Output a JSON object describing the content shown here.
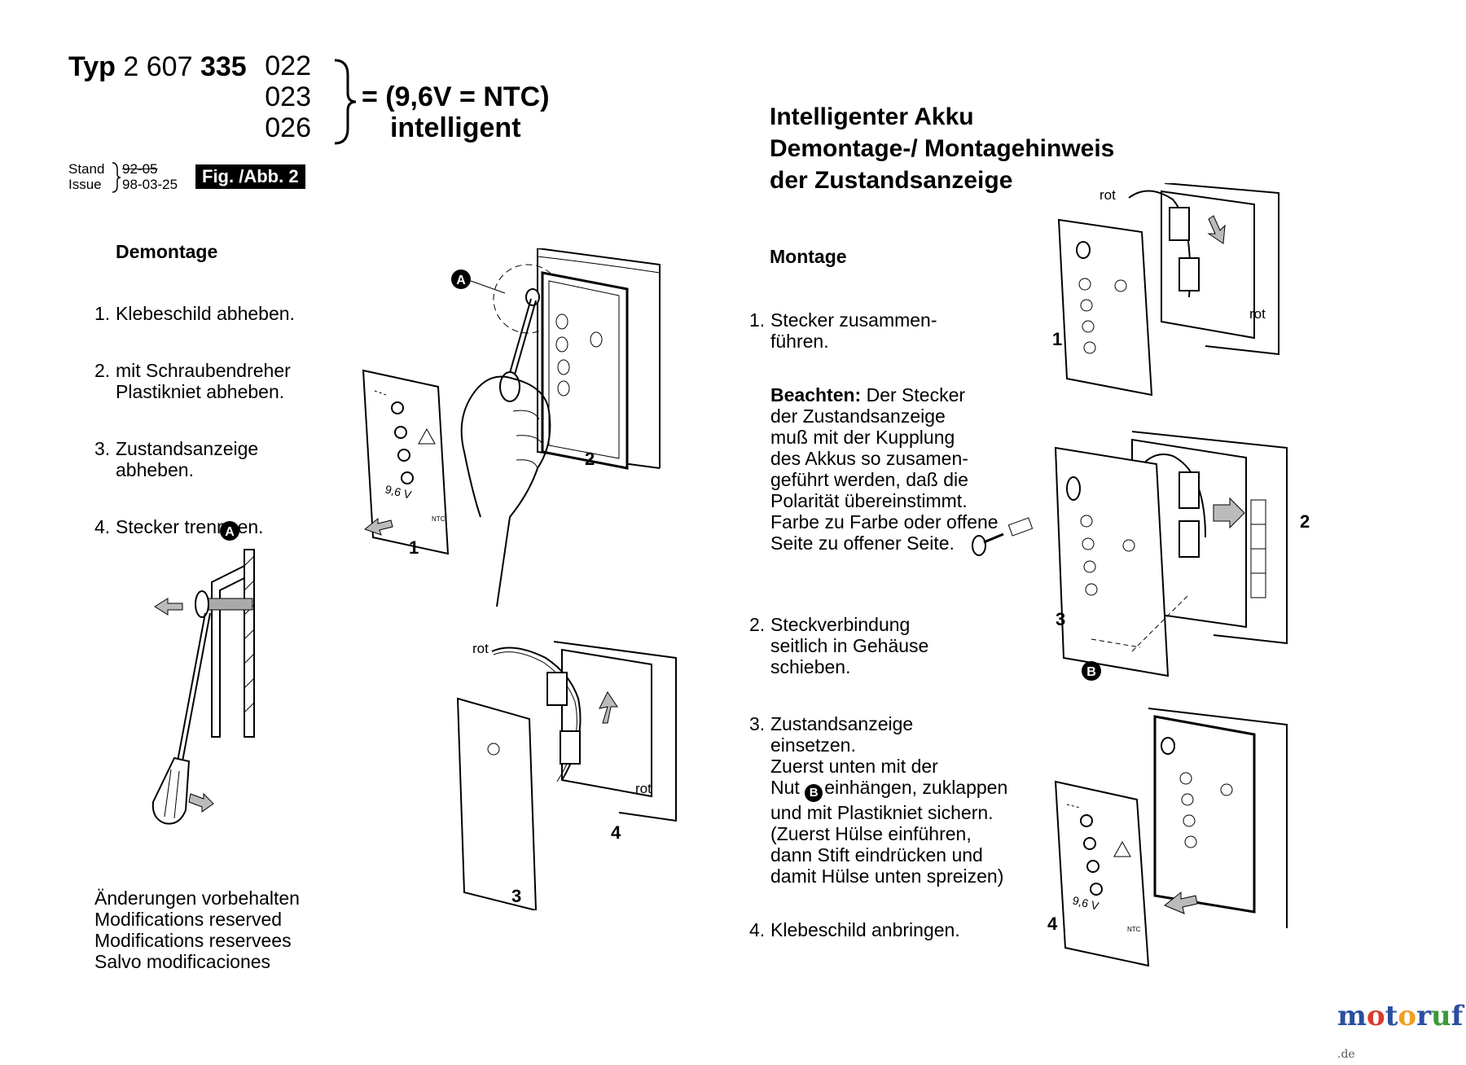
{
  "header": {
    "typ_label": "Typ",
    "typ_number_a": "2 607",
    "typ_number_b": "335",
    "variants": [
      "022",
      "023",
      "026"
    ],
    "formula_line1": "= (9,6V = NTC)",
    "formula_line2": "intelligent",
    "stand_label": "Stand",
    "issue_label": "Issue",
    "stand_old": "92-05",
    "stand_new": "98-03-25",
    "fig_badge": "Fig. /Abb. 2"
  },
  "right_title": {
    "line1": "Intelligenter Akku",
    "line2": "Demontage-/ Montagehinweis",
    "line3": "der Zustandsanzeige"
  },
  "demontage": {
    "heading": "Demontage",
    "steps": [
      {
        "n": "1.",
        "text": "Klebeschild abheben."
      },
      {
        "n": "2.",
        "text": "mit Schraubendreher\nPlastikniet abheben."
      },
      {
        "n": "3.",
        "text": "Zustandsanzeige\nabheben."
      },
      {
        "n": "4.",
        "text": "Stecker trennnen."
      }
    ]
  },
  "montage": {
    "heading": "Montage",
    "step1_n": "1.",
    "step1": "Stecker zusammen-\nführen.",
    "note_bold": "Beachten:",
    "note_text": " Der Stecker\nder Zustandsanzeige\nmuß mit der Kupplung\ndes Akkus so zusamen-\ngeführt werden, daß die\nPolarität übereinstimmt.\nFarbe zu Farbe oder offene\nSeite zu offener Seite.",
    "step2_n": "2.",
    "step2": "Steckverbindung\nseitlich in Gehäuse\nschieben.",
    "step3_n": "3.",
    "step3_a": "Zustandsanzeige\neinsetzen.\nZuerst unten mit der\nNut ",
    "step3_b": "einhängen, zuklappen\nund mit Plastikniet sichern.\n(Zuerst Hülse einführen,\ndann Stift eindrücken und\ndamit Hülse unten spreizen)",
    "step4_n": "4.",
    "step4": "Klebeschild anbringen."
  },
  "notes": [
    "Änderungen vorbehalten",
    "Modifications reserved",
    "Modifications reservees",
    "Salvo modificaciones"
  ],
  "figure_labels": {
    "A": "A",
    "B": "B",
    "rot": "rot",
    "voltage": "9,6 V",
    "ntc": "NTC",
    "n1": "1",
    "n2": "2",
    "n3": "3",
    "n4": "4"
  },
  "logo": {
    "m": "m",
    "o1": "o",
    "t": "t",
    "o2": "o",
    "r": "r",
    "u": "u",
    "f": "f",
    "tld": ".de",
    "colors": [
      "#2a4fa0",
      "#d93a2b",
      "#2a4fa0",
      "#f0a020",
      "#2a4fa0",
      "#3a9a3a",
      "#2a4fa0"
    ]
  }
}
